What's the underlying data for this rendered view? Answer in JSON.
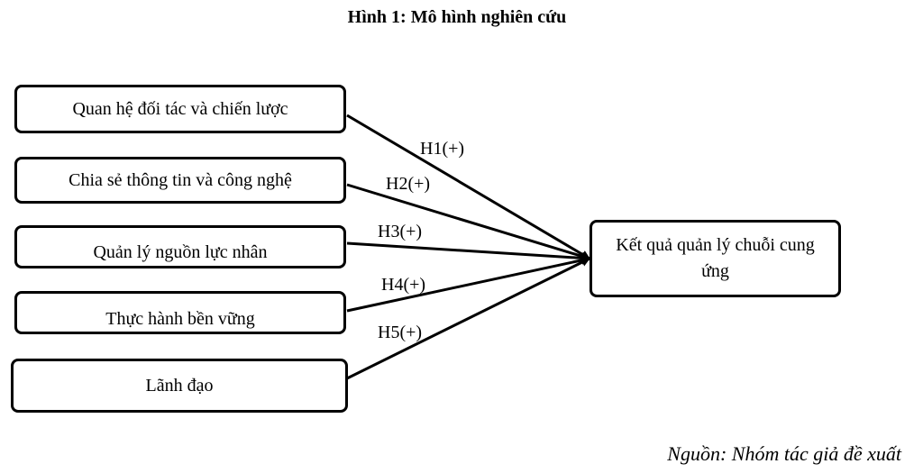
{
  "figure": {
    "title": "Hình 1: Mô hình nghiên cứu",
    "source": "Nguồn: Nhóm tác giả đề xuất"
  },
  "factors": [
    {
      "label": "Quan hệ đối tác và chiến lược"
    },
    {
      "label": "Chia sẻ thông tin và công nghệ"
    },
    {
      "label": "Quản lý nguồn lực nhân"
    },
    {
      "label": "Thực hành bền vững"
    },
    {
      "label": "Lãnh đạo"
    }
  ],
  "outcome": {
    "label": "Kết quả quản lý chuỗi cung ứng"
  },
  "hypotheses": [
    {
      "label": "H1(+)"
    },
    {
      "label": "H2(+)"
    },
    {
      "label": "H3(+)"
    },
    {
      "label": "H4(+)"
    },
    {
      "label": "H5(+)"
    }
  ]
}
